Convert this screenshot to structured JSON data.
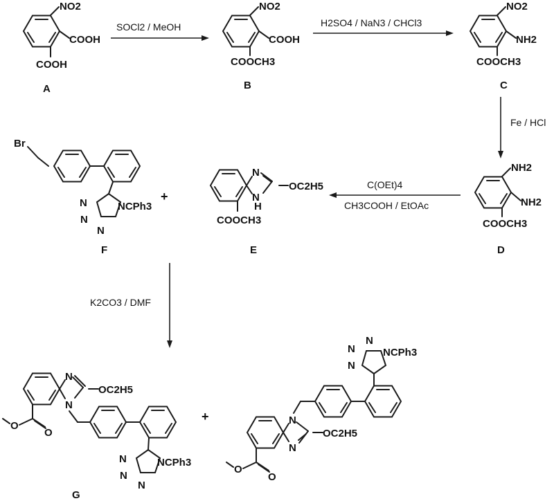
{
  "compound_labels": {
    "A": "A",
    "B": "B",
    "C": "C",
    "D": "D",
    "E": "E",
    "F": "F",
    "G": "G"
  },
  "conditions": {
    "step1": "SOCl2 / MeOH",
    "step2": "H2SO4 / NaN3 / CHCl3",
    "step3": "Fe / HCl",
    "step4_top": "C(OEt)4",
    "step4_bottom": "CH3COOH / EtOAc",
    "step5": "K2CO3 / DMF"
  },
  "plus_signs": [
    "+",
    "+"
  ],
  "groups": {
    "no2": "NO2",
    "cooh": "COOH",
    "cooch3": "COOCH3",
    "nh2": "NH2",
    "br": "Br",
    "n": "N",
    "h": "H",
    "oc2h5": "OC2H5",
    "ncph3": "NCPh3",
    "o": "O"
  }
}
